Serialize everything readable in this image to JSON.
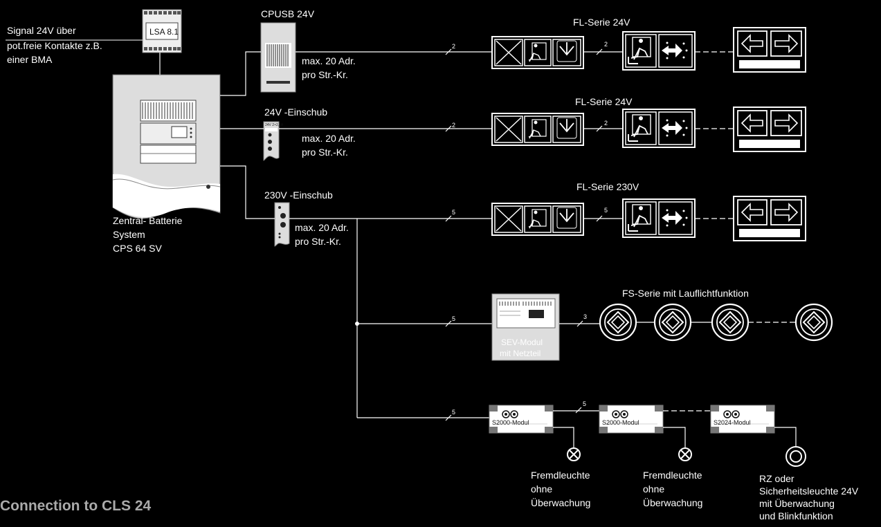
{
  "title": "Connection to CLS 24",
  "signal": {
    "line1": "Signal 24V über",
    "line2": "pot.freie Kontakte z.B.",
    "line3": "einer BMA"
  },
  "lsa_label": "LSA 8.1",
  "central": {
    "line1": "Zentral- Batterie",
    "line2": "System",
    "line3": "CPS 64 SV"
  },
  "cpusb_label": "CPUSB 24V",
  "einschub24_label": "24V -Einschub",
  "einschub230_label": "230V -Einschub",
  "max_adr": "max. 20 Adr.",
  "pro_str": "pro Str.-Kr.",
  "fl_row1": "FL-Serie 24V",
  "fl_row2": "FL-Serie 24V",
  "fl_row3": "FL-Serie 230V",
  "fs_label": "FS-Serie mit Lauflichtfunktion",
  "sev": {
    "line1": "SEV-Modul",
    "line2": "mit Netzteil"
  },
  "modules": [
    "S2000-Modul",
    "S2000-Modul",
    "S2024-Modul"
  ],
  "fremd": {
    "line1": "Fremdleuchte",
    "line2": "ohne",
    "line3": "Überwachung"
  },
  "rz": {
    "line1": "RZ oder",
    "line2": "Sicherheitsleuchte 24V",
    "line3": "mit Überwachung",
    "line4": "und Blinkfunktion"
  },
  "wire_counts": {
    "row1a": "2",
    "row1b": "2",
    "row2a": "2",
    "row2b": "2",
    "row3a": "5",
    "row3b": "5",
    "row4a": "5",
    "row4b": "3",
    "row5a": "5",
    "row5b": "5"
  },
  "module_small_text": {
    "einschub24": "24V 2×2,5A"
  }
}
